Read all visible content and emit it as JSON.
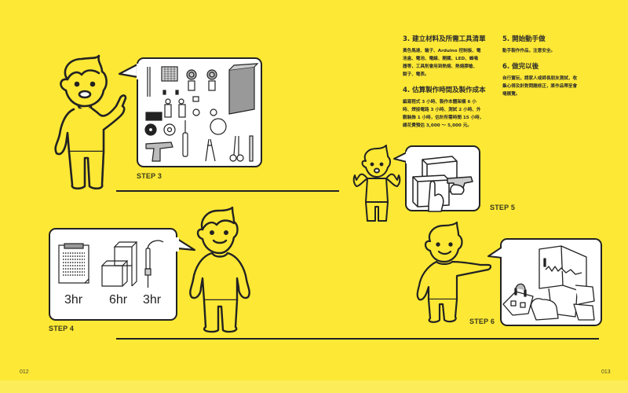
{
  "colors": {
    "background": "#fde835",
    "panel_fill": "#ffffff",
    "line": "#222222"
  },
  "pages": {
    "left_number": "012",
    "right_number": "013"
  },
  "steps": [
    {
      "label": "STEP 3",
      "illustration": "tools-and-materials",
      "speaker": "figure-pointing-up-talking"
    },
    {
      "label": "STEP 4",
      "illustration": "time-estimate",
      "speaker": "figure-standing-smiling",
      "hours": [
        "3hr",
        "6hr",
        "3hr"
      ],
      "items": [
        "clipboard-schedule-icon",
        "box-frame-icon",
        "soldering-iron-icon"
      ]
    },
    {
      "label": "STEP 5",
      "illustration": "hand-glue-gun-assembly",
      "speaker": "figure-shrugging"
    },
    {
      "label": "STEP 6",
      "illustration": "robot-dinosaur-with-controller",
      "speaker": "figure-pointing-right"
    }
  ],
  "instructions": {
    "col1": [
      {
        "heading": "3. 建立材料及所需工具清單",
        "lines": [
          "黃色馬達、輪子、Arduino 控制板、電",
          "池盒、電池、電線、開關、LED、蜂鳴",
          "器等，工具則會用到熱熔、熱熔膠槍、",
          "鉗子、電表。"
        ]
      },
      {
        "heading": "4. 估算製作時間及製作成本",
        "lines": [
          "編寫程式 3 小時、製作本體架構 6 小",
          "時、焊接電路 3 小時、測試 2 小時、外",
          "觀裝飾 1 小時，估計所需時間 15 小時，",
          "總花費預估 3,000 ～ 5,000 元。"
        ]
      }
    ],
    "col2": [
      {
        "heading": "5. 開始動手做",
        "lines": [
          "動手製作作品，注意安全。"
        ]
      },
      {
        "heading": "6. 做完以後",
        "lines": [
          "自行實玩，請家人或師長朋友測試，收",
          "集心得及針對問題修正，將作品帶至會",
          "場展覽。"
        ]
      }
    ]
  }
}
